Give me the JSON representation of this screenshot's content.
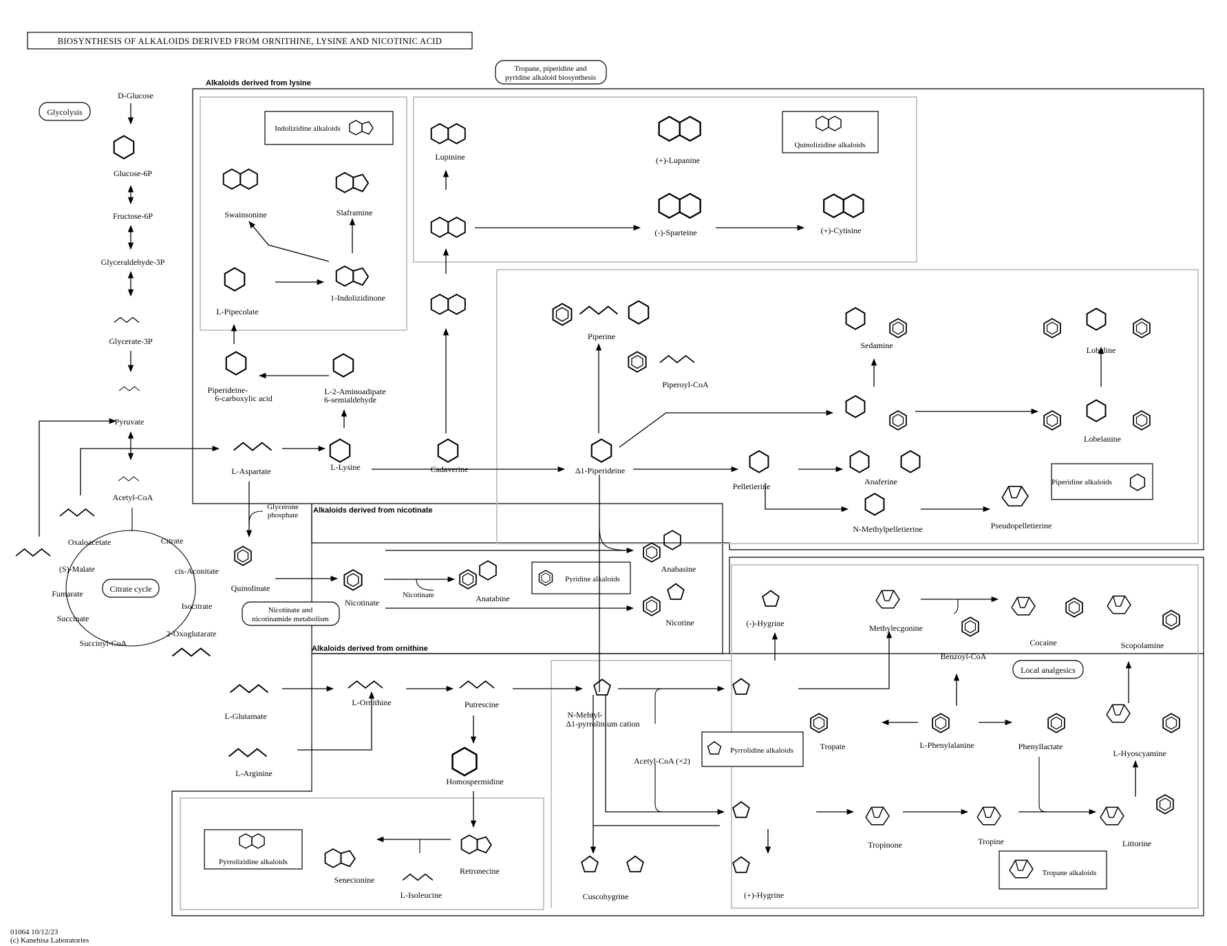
{
  "title": "BIOSYNTHESIS OF ALKALOIDS DERIVED FROM ORNITHINE, LYSINE AND NICOTINIC ACID",
  "footer": {
    "map_id": "01064 10/12/23",
    "copyright": "(c) Kanehisa Laboratories"
  },
  "pathway_links": {
    "glycolysis": "Glycolysis",
    "citrate_cycle": "Citrate cycle",
    "tropane_1": "Tropane, piperidine and",
    "tropane_2": "pyridine alkaloid biosynthesis",
    "nicotinate_1": "Nicotinate and",
    "nicotinate_2": "nicotinamide metabolism",
    "local_analgesics": "Local analgesics"
  },
  "sections": {
    "lysine": "Alkaloids derived from lysine",
    "nicotinate": "Alkaloids derived from nicotinate",
    "ornithine": "Alkaloids derived from ornithine"
  },
  "classes": {
    "indolizidine": "Indolizidine alkaloids",
    "quinolizidine": "Quinolizidine alkaloids",
    "piperidine": "Piperidine alkaloids",
    "pyridine": "Pyridine alkaloids",
    "pyrrolidine": "Pyrrolidine alkaloids",
    "tropane": "Tropane alkaloids",
    "pyrrolizidine": "Pyrrolizidine alkaloids"
  },
  "compounds": {
    "d_glucose": "D-Glucose",
    "glucose_6p": "Glucose-6P",
    "fructose_6p": "Fructose-6P",
    "glyceraldehyde_3p": "Glyceraldehyde-3P",
    "glycerate_3p": "Glycerate-3P",
    "pyruvate": "Pyruvate",
    "acetyl_coa": "Acetyl-CoA",
    "oxaloacetate": "Oxaloacetate",
    "citrate": "Citrate",
    "s_malate": "(S)-Malate",
    "cis_aconitate": "cis-Aconitate",
    "fumarate": "Fumarate",
    "isocitrate": "Isocitrate",
    "succinate": "Succinate",
    "oxoglutarate": "2-Oxoglutarate",
    "succinyl_coa": "Succinyl-CoA",
    "l_aspartate": "L-Aspartate",
    "glycerone_phosphate_1": "Glycerone",
    "glycerone_phosphate_2": "phosphate",
    "quinolinate": "Quinolinate",
    "nicotinate": "Nicotinate",
    "nicotinate_cofactor": "Nicotinate",
    "anatabine": "Anatabine",
    "anabasine": "Anabasine",
    "nicotine": "Nicotine",
    "l_glutamate": "L-Glutamate",
    "l_arginine": "L-Arginine",
    "l_ornithine": "L-Ornithine",
    "putrescine": "Putrescine",
    "homospermidine": "Homospermidine",
    "retronecine": "Retronecine",
    "senecionine": "Senecionine",
    "l_isoleucine": "L-Isoleucine",
    "n_methyl_pyrrolinium_1": "N-Mehtyl-",
    "n_methyl_pyrrolinium_2": "Δ1-pyrrolinium cation",
    "acetyl_coa_x2": "Acetyl-CoA (×2)",
    "cuscohygrine": "Cuscohygrine",
    "plus_hygrine": "(+)-Hygrine",
    "minus_hygrine": "(-)-Hygrine",
    "methylecgonine": "Methylecgonine",
    "benzoyl_coa": "Benzoyl-CoA",
    "cocaine": "Cocaine",
    "scopolamine": "Scopolamine",
    "tropate": "Tropate",
    "l_phenylalanine": "L-Phenylalanine",
    "phenyllactate": "Phenyllactate",
    "l_hyoscyamine": "L-Hyoscyamine",
    "littorine": "Littorine",
    "tropinone": "Tropinone",
    "tropine": "Tropine",
    "l_lysine": "L-Lysine",
    "cadaverine": "Cadaverine",
    "l_2_aminoadipate_1": "L-2-Aminoadipate",
    "l_2_aminoadipate_2": "6-semialdehyde",
    "piperideine_6c_1": "Piperideine-",
    "piperideine_6c_2": "6-carboxylic acid",
    "l_pipecolate": "L-Pipecolate",
    "indolizidinone": "1-Indolizidinone",
    "swainsonine": "Swainsonine",
    "slaframine": "Slaframine",
    "lupinine": "Lupinine",
    "plus_lupanine": "(+)-Lupanine",
    "minus_sparteine": "(-)-Sparteine",
    "plus_cytisine": "(+)-Cytisine",
    "piperine": "Piperine",
    "piperoyl_coa": "Piperoyl-CoA",
    "d1_piperideine": "Δ1-Piperideine",
    "sedamine": "Sedamine",
    "lobeline": "Lobeline",
    "lobelanine": "Lobelanine",
    "pelletierine": "Pelletierine",
    "anaferine": "Anaferine",
    "n_methylpelletierine": "N-Methylpelletierine",
    "pseudopelletierine": "Pseudopelletierine"
  }
}
